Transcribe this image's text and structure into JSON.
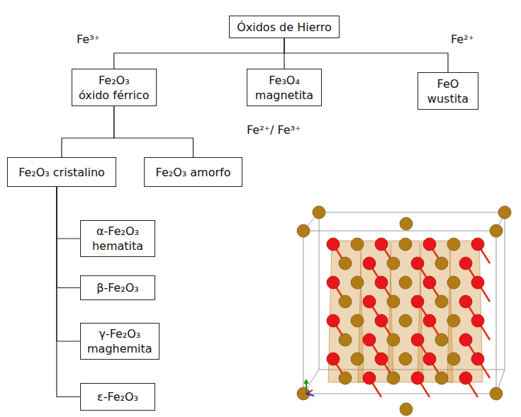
{
  "diagram": {
    "nodes": [
      {
        "text": [
          "Óxidos de Hierro"
        ]
      },
      {
        "text": [
          "Fe₂O₃",
          "óxido férrico"
        ]
      },
      {
        "text": [
          "Fe₃O₄",
          "magnetita"
        ]
      },
      {
        "text": [
          "FeO",
          "wustita"
        ]
      },
      {
        "text": [
          "Fe₂O₃ cristalino"
        ]
      },
      {
        "text": [
          "Fe₂O₃ amorfo"
        ]
      },
      {
        "text": [
          "α-Fe₂O₃",
          "hematita"
        ]
      },
      {
        "text": [
          "β-Fe₂O₃"
        ]
      },
      {
        "text": [
          "γ-Fe₂O₃",
          "maghemita"
        ]
      },
      {
        "text": [
          "ε-Fe₂O₃"
        ]
      }
    ],
    "edges": [
      {
        "from": 0,
        "to": 1,
        "arrow": "none"
      },
      {
        "from": 0,
        "to": 2,
        "arrow": "none"
      },
      {
        "from": 0,
        "to": 3,
        "arrow": "none"
      },
      {
        "from": 1,
        "to": 4,
        "arrow": "none"
      },
      {
        "from": 1,
        "to": 5,
        "arrow": "none"
      },
      {
        "from": 4,
        "to": 6,
        "arrow": "none"
      },
      {
        "from": 4,
        "to": 7,
        "arrow": "none"
      },
      {
        "from": 4,
        "to": 8,
        "arrow": "none"
      },
      {
        "from": 4,
        "to": 9,
        "arrow": "none"
      }
    ],
    "labels": [
      "Fe³⁺",
      "Fe²⁺",
      "Fe²⁺/ Fe³⁺"
    ]
  }
}
